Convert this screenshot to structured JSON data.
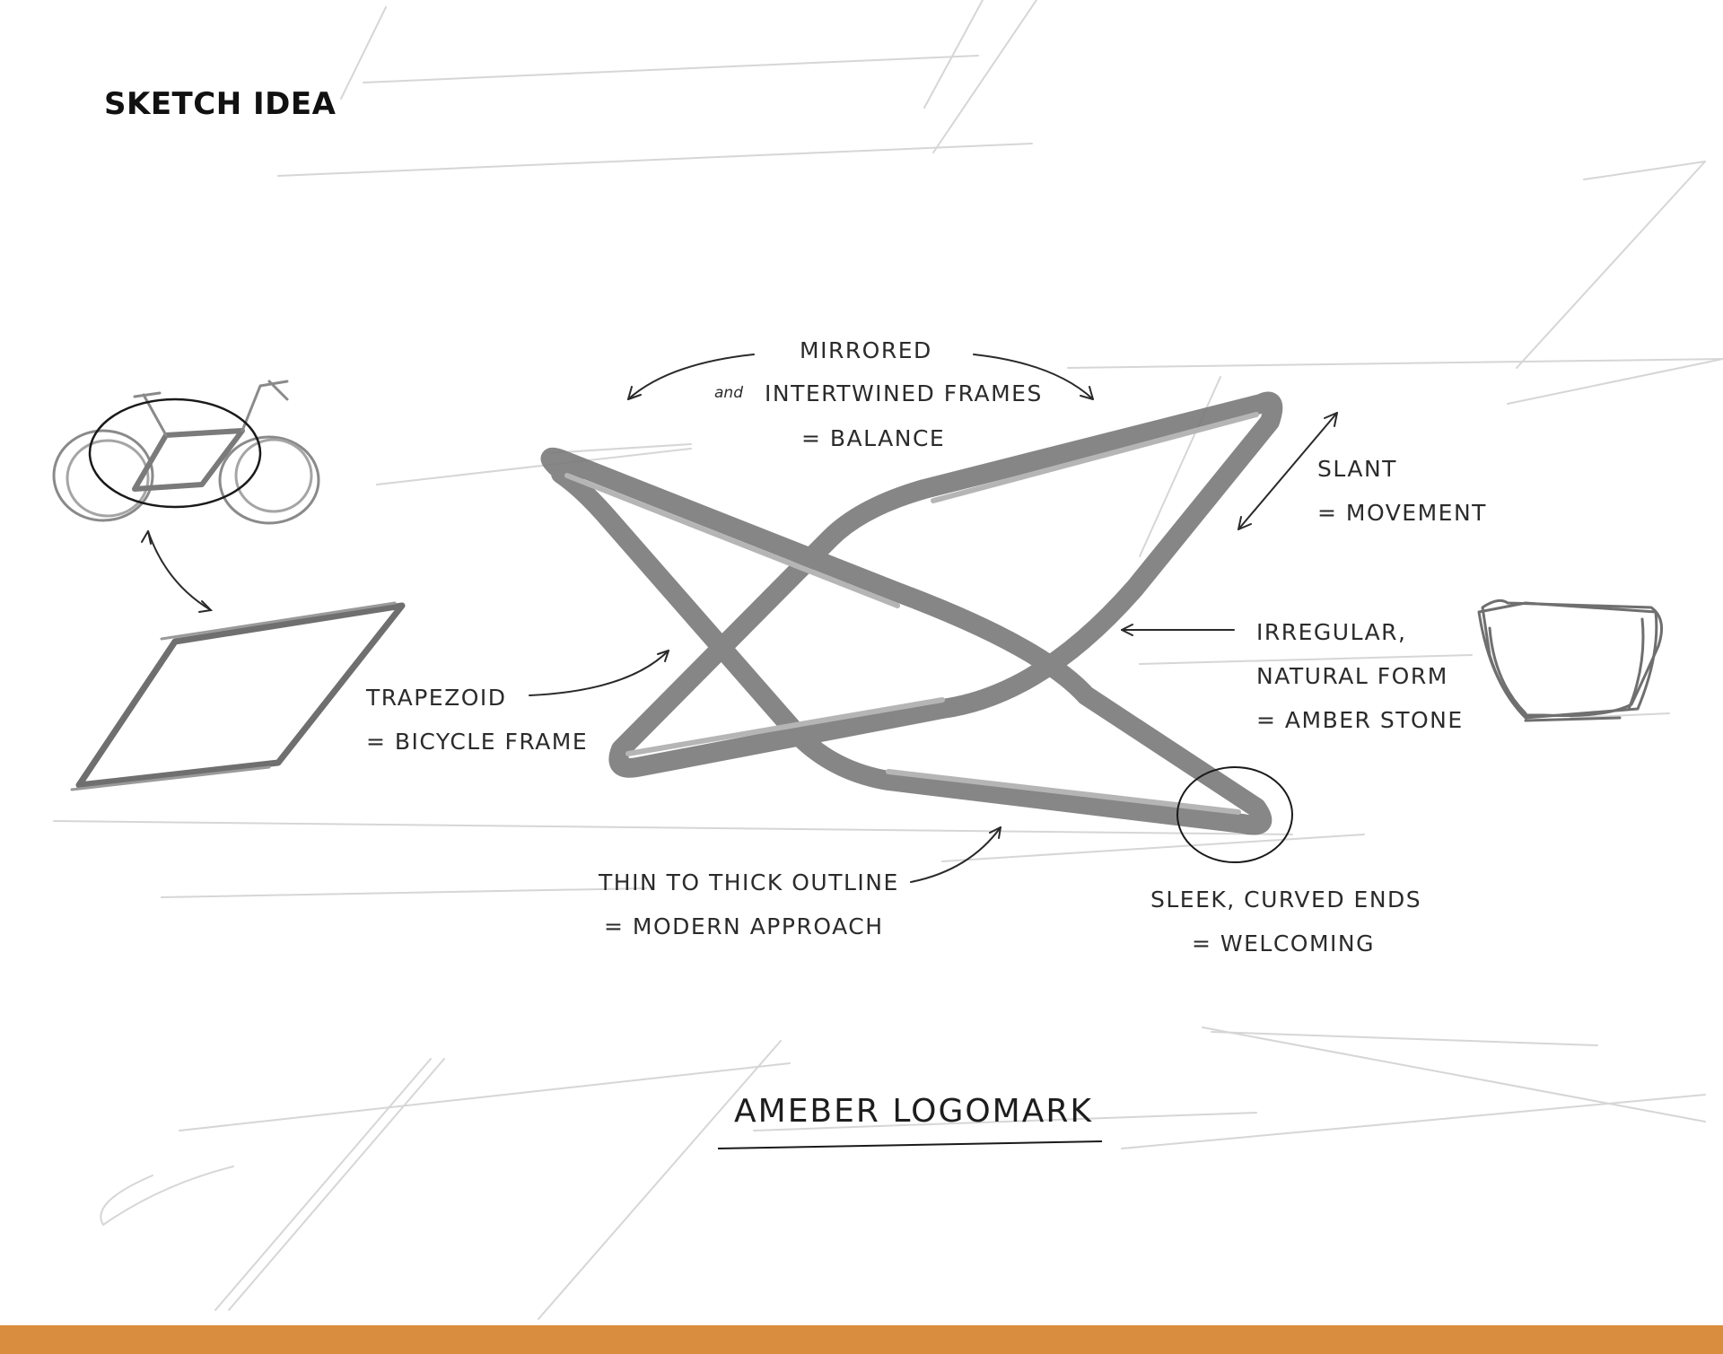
{
  "header": {
    "title": "SKETCH IDEA"
  },
  "annotations": {
    "mirrored": "MIRRORED",
    "and": "and",
    "intertwined": "INTERTWINED FRAMES",
    "balance": "= BALANCE",
    "slant": "SLANT",
    "movement": "= MOVEMENT",
    "irregular": "IRREGULAR,",
    "natural_form": "NATURAL FORM",
    "amber_stone": "= AMBER STONE",
    "trapezoid": "TRAPEZOID",
    "bicycle_frame": "= BICYCLE FRAME",
    "thin_to_thick": "THIN TO THICK OUTLINE",
    "modern_approach": "= MODERN APPROACH",
    "sleek_ends": "SLEEK, CURVED ENDS",
    "welcoming": "= WELCOMING"
  },
  "footer": {
    "title": "AMEBER LOGOMARK"
  },
  "colors": {
    "accent_bar": "#D98D3E",
    "pencil": "#6e6e6e",
    "pencil_light": "#c8c8c8",
    "ink": "#1e1e1e"
  }
}
